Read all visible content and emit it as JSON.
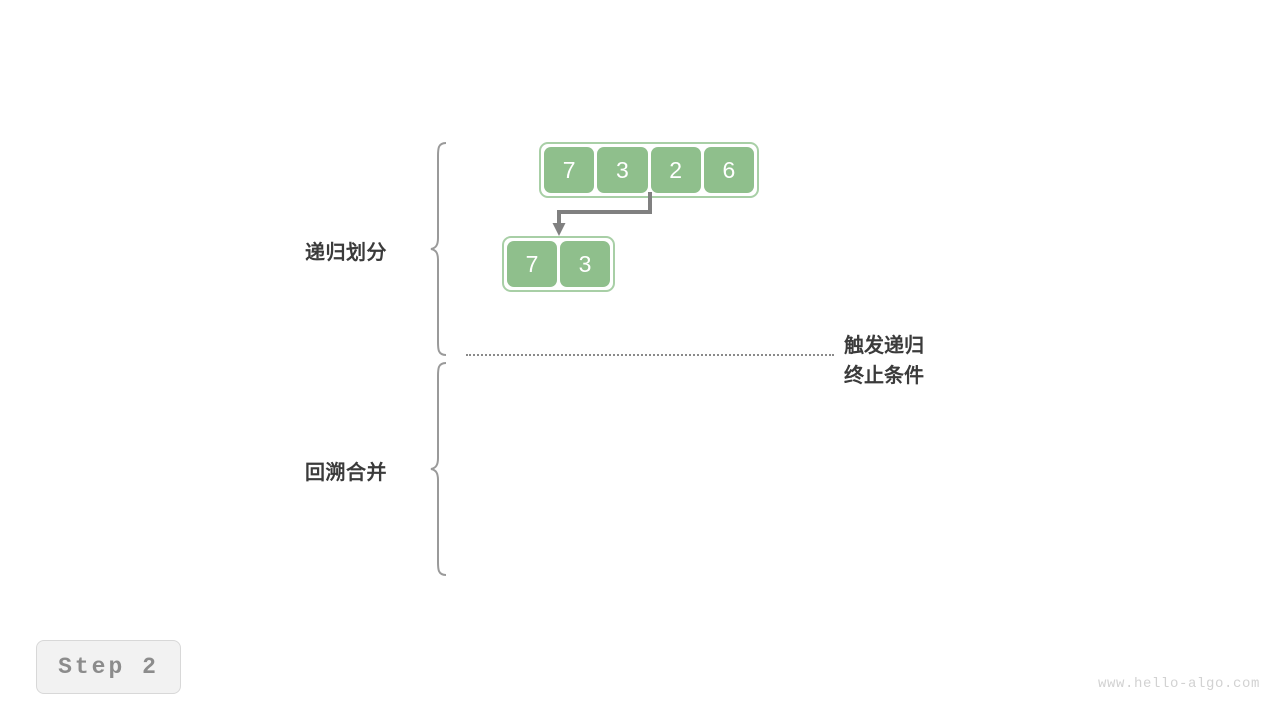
{
  "diagram": {
    "title_badge": "Step 2",
    "watermark": "www.hello-algo.com",
    "colors": {
      "cell_fill": "#8fbf8c",
      "cell_text": "#ffffff",
      "array_border": "#a8cfa6",
      "arrow": "#808080",
      "brace": "#9a9a9a",
      "label_text": "#3b3b3b",
      "divider": "#8a8a8a",
      "badge_bg": "#f2f2f2",
      "badge_text": "#8c8c8c",
      "watermark_text": "#d2d2d2"
    },
    "phases": [
      {
        "key": "divide",
        "label": "递归划分"
      },
      {
        "key": "merge",
        "label": "回溯合并"
      }
    ],
    "terminate_note": {
      "line1": "触发递归",
      "line2": "终止条件"
    },
    "arrays": [
      {
        "key": "top",
        "values": [
          "7",
          "3",
          "2",
          "6"
        ]
      },
      {
        "key": "sub",
        "values": [
          "7",
          "3"
        ]
      }
    ]
  }
}
